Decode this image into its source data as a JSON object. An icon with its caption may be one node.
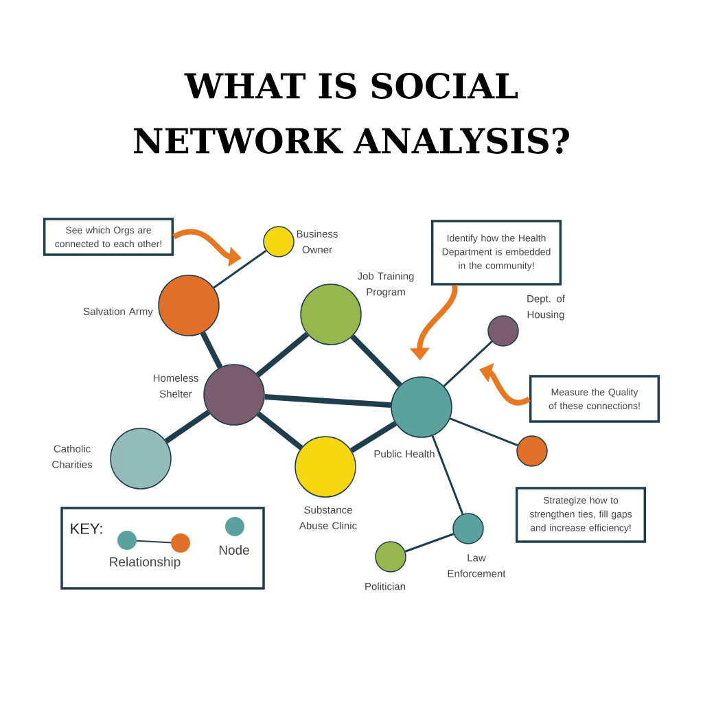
{
  "diagram": {
    "title": "WHAT IS SOCIAL NETWORK ANALYSIS?",
    "nodes": [
      {
        "text": [
          "See which Orgs are connected to each other!"
        ]
      },
      {
        "text": [],
        "shape": "circle",
        "beside": [
          "Business Owner"
        ]
      },
      {
        "text": [
          "Identify how the Health Department is embedded in the community!"
        ]
      },
      {
        "text": [],
        "shape": "circle",
        "beside": [
          "Job Training Program"
        ]
      },
      {
        "text": [],
        "shape": "circle",
        "beside": [
          "Salvation Army"
        ]
      },
      {
        "text": [],
        "shape": "circle",
        "beside": [
          "Dept. of Housing"
        ]
      },
      {
        "text": [],
        "shape": "circle",
        "beside": [
          "Homeless Shelter"
        ]
      },
      {
        "text": [
          "Measure the Quality of these connections!"
        ]
      },
      {
        "text": [],
        "shape": "circle",
        "beside": [
          "Public Health"
        ]
      },
      {
        "text": [],
        "shape": "circle",
        "beside": [
          "Catholic Charities"
        ]
      },
      {
        "text": [],
        "shape": "circle",
        "beside": [
          "Substance Abuse Clinic"
        ]
      },
      {
        "text": [],
        "shape": "circle"
      },
      {
        "text": [
          "Strategize how to strengthen ties, fill gaps and increase efficiency!"
        ]
      },
      {
        "text": [],
        "shape": "circle",
        "beside": [
          "Law Enforcement"
        ]
      },
      {
        "text": [],
        "shape": "circle",
        "beside": [
          "Politician"
        ]
      }
    ],
    "edges": [
      {
        "from": 4,
        "to": 1,
        "arrow": "none"
      },
      {
        "from": 4,
        "to": 6,
        "arrow": "none"
      },
      {
        "from": 6,
        "to": 3,
        "arrow": "none"
      },
      {
        "from": 6,
        "to": 8,
        "arrow": "none"
      },
      {
        "from": 6,
        "to": 9,
        "arrow": "none"
      },
      {
        "from": 6,
        "to": 10,
        "arrow": "none"
      },
      {
        "from": 3,
        "to": 8,
        "arrow": "none"
      },
      {
        "from": 10,
        "to": 8,
        "arrow": "none"
      },
      {
        "from": 8,
        "to": 5,
        "arrow": "none"
      },
      {
        "from": 8,
        "to": 11,
        "arrow": "none"
      },
      {
        "from": 8,
        "to": 13,
        "arrow": "none"
      },
      {
        "from": 13,
        "to": 14,
        "arrow": "none"
      },
      {
        "from": 0,
        "to": null,
        "arrow": "to",
        "color": "#e87722"
      },
      {
        "from": 2,
        "to": 8,
        "arrow": "to",
        "color": "#e87722"
      },
      {
        "from": 7,
        "to": null,
        "arrow": "to",
        "color": "#e87722"
      }
    ],
    "labels": [
      "KEY:"
    ],
    "legend": [
      {
        "text": "Relationship"
      },
      {
        "text": "Node"
      }
    ]
  }
}
